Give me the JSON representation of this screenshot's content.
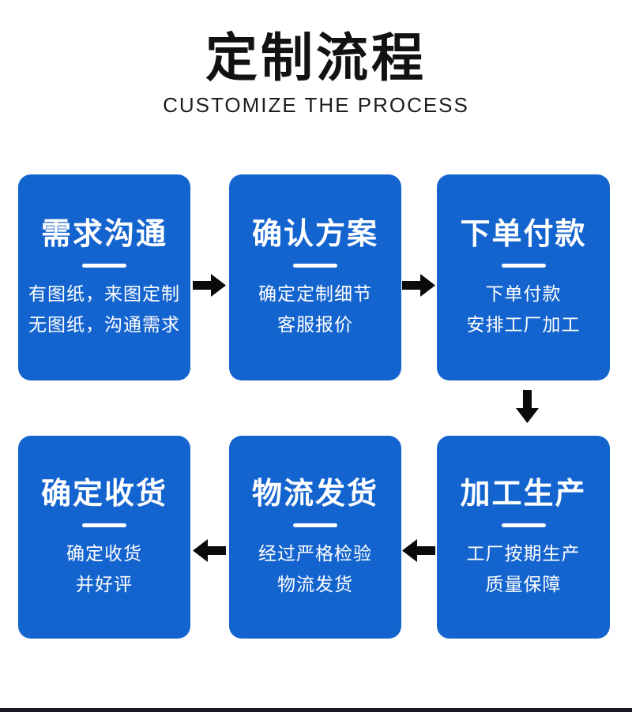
{
  "header": {
    "title": "定制流程",
    "subtitle": "CUSTOMIZE THE PROCESS"
  },
  "steps": [
    {
      "title": "需求沟通",
      "lines": [
        "有图纸，来图定制",
        "无图纸，沟通需求"
      ]
    },
    {
      "title": "确认方案",
      "lines": [
        "确定定制细节",
        "客服报价"
      ]
    },
    {
      "title": "下单付款",
      "lines": [
        "下单付款",
        "安排工厂加工"
      ]
    },
    {
      "title": "加工生产",
      "lines": [
        "工厂按期生产",
        "质量保障"
      ]
    },
    {
      "title": "物流发货",
      "lines": [
        "经过严格检验",
        "物流发货"
      ]
    },
    {
      "title": "确定收货",
      "lines": [
        "确定收货",
        "并好评"
      ]
    }
  ],
  "flow_arrows": [
    "right",
    "right",
    "down",
    "left",
    "left"
  ],
  "colors": {
    "card_blue": "#1464cf",
    "card_text": "#ffffff",
    "arrow_black": "#0b0b0b",
    "title_black": "#121212",
    "footer_bar": "#191b23",
    "background": "#ffffff"
  }
}
